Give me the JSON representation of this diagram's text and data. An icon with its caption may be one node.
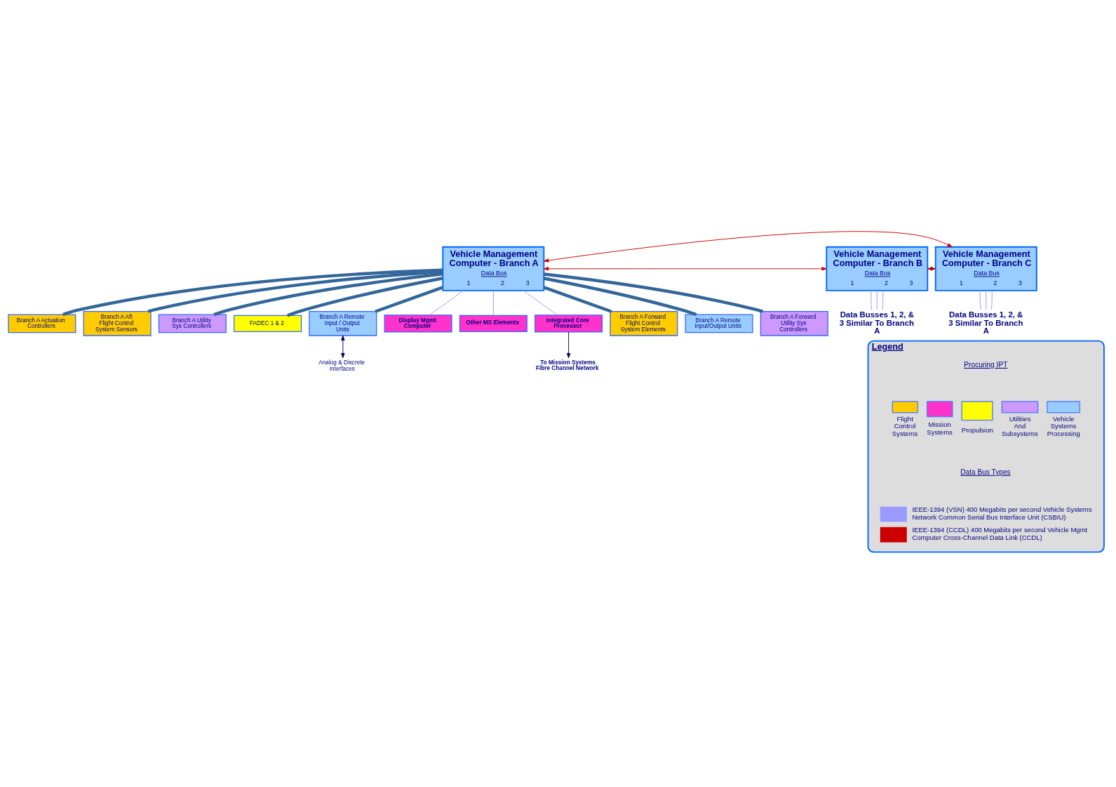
{
  "diagram": {
    "nodes": [
      {
        "text": [
          "Vehicle Management Computer - Branch A",
          "Data Bus",
          "1",
          "2",
          "3"
        ]
      },
      {
        "text": [
          "Vehicle Management Computer - Branch B",
          "Data Bus",
          "1",
          "2",
          "3"
        ]
      },
      {
        "text": [
          "Vehicle Management Computer - Branch C",
          "Data Bus",
          "1",
          "2",
          "3"
        ]
      },
      {
        "text": [
          "Branch A Actuation Controllers"
        ]
      },
      {
        "text": [
          "Branch A Aft Flight Control System Sensors"
        ]
      },
      {
        "text": [
          "Branch A Utility Sys Controllers"
        ]
      },
      {
        "text": [
          "FADEC 1 & 2"
        ]
      },
      {
        "text": [
          "Branch A Remote Input / Output Units"
        ]
      },
      {
        "text": [
          "Analog & Discrete Interfaces"
        ]
      },
      {
        "text": [
          "Display Mgmt Computer"
        ]
      },
      {
        "text": [
          "Other MS Elements"
        ]
      },
      {
        "text": [
          "Integrated Core Processor"
        ]
      },
      {
        "text": [
          "To Mission Systems Fibre Channel Network"
        ]
      },
      {
        "text": [
          "Branch A Forward Flight Control System Elements"
        ]
      },
      {
        "text": [
          "Branch A Remote Input/Output Units"
        ]
      },
      {
        "text": [
          "Branch A Forward Utility Sys Controllers"
        ]
      },
      {
        "text": [
          "Data Busses 1, 2, & 3 Similar To Branch A"
        ]
      },
      {
        "text": [
          "Data Busses 1, 2, & 3 Similar To Branch A"
        ]
      },
      {
        "text": [
          "Legend"
        ]
      }
    ],
    "edges": [
      {
        "from": 0,
        "to": 2,
        "arrow": "both",
        "color": "#cc0000"
      },
      {
        "from": 0,
        "to": 1,
        "arrow": "both",
        "color": "#cc0000"
      },
      {
        "from": 1,
        "to": 2,
        "arrow": "both",
        "color": "#cc0000"
      },
      {
        "from": 0,
        "to": 3,
        "arrow": "none",
        "style": "thick",
        "color": "#336699"
      },
      {
        "from": 0,
        "to": 4,
        "arrow": "none",
        "style": "thick",
        "color": "#336699"
      },
      {
        "from": 0,
        "to": 5,
        "arrow": "none",
        "style": "thick",
        "color": "#336699"
      },
      {
        "from": 0,
        "to": 6,
        "arrow": "none",
        "style": "thick",
        "color": "#336699"
      },
      {
        "from": 0,
        "to": 7,
        "arrow": "none",
        "style": "thick",
        "color": "#336699"
      },
      {
        "from": 7,
        "to": 8,
        "arrow": "both",
        "color": "#000066"
      },
      {
        "from": 0,
        "to": 9,
        "arrow": "none"
      },
      {
        "from": 0,
        "to": 10,
        "arrow": "none"
      },
      {
        "from": 0,
        "to": 11,
        "arrow": "none"
      },
      {
        "from": 11,
        "to": 12,
        "arrow": "to",
        "color": "#000066"
      },
      {
        "from": 0,
        "to": 13,
        "arrow": "none",
        "style": "thick",
        "color": "#336699"
      },
      {
        "from": 0,
        "to": 14,
        "arrow": "none",
        "style": "thick",
        "color": "#336699"
      },
      {
        "from": 0,
        "to": 15,
        "arrow": "none",
        "style": "thick",
        "color": "#336699"
      },
      {
        "from": 1,
        "to": 16,
        "arrow": "none"
      },
      {
        "from": 1,
        "to": 16,
        "arrow": "none"
      },
      {
        "from": 1,
        "to": 16,
        "arrow": "none"
      },
      {
        "from": 2,
        "to": 17,
        "arrow": "none"
      },
      {
        "from": 2,
        "to": 17,
        "arrow": "none"
      },
      {
        "from": 2,
        "to": 17,
        "arrow": "none"
      }
    ],
    "labels": [
      "Procuring IPT",
      "Data Bus Types"
    ],
    "legend": [
      {
        "text": "Flight Control Systems",
        "color": "#ffcc00"
      },
      {
        "text": "Mission Systems",
        "color": "#ff33cc"
      },
      {
        "text": "Propulsion",
        "color": "#ffff00"
      },
      {
        "text": "Utilities And Subsystems",
        "color": "#cc99ff"
      },
      {
        "text": "Vehicle Systems Processing",
        "color": "#99ccff"
      },
      {
        "text": "IEEE-1394 (VSN) 400 Megabits per second Vehicle Systems Network Common Serial Bus Interface Unit (CSBIU)"
      },
      {
        "text": "IEEE-1394 (CCDL) 400 Megabits per second Vehicle Mgmt Computer Cross-Channel Data Link (CCDL)"
      }
    ]
  }
}
